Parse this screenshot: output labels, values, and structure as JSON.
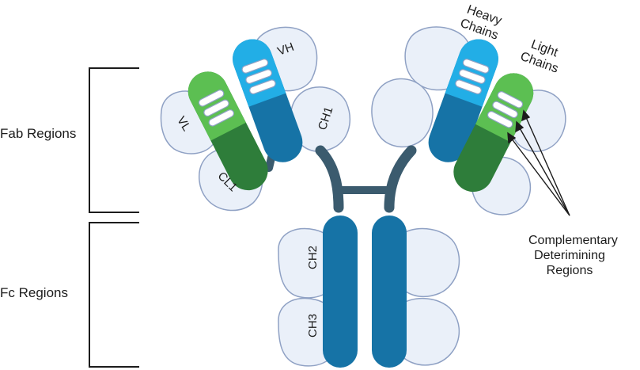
{
  "region_labels": {
    "fab": "Fab Regions",
    "fc": "Fc Regions"
  },
  "domain_labels": {
    "vh": "VH",
    "vl": "VL",
    "ch1": "CH1",
    "cl1": "CL1",
    "ch2": "CH2",
    "ch3": "CH3"
  },
  "callouts": {
    "heavy_chains": [
      "Heavy",
      "Chains"
    ],
    "light_chains": [
      "Light",
      "Chains"
    ],
    "cdr": [
      "Complementary",
      "Deterimining",
      "Regions"
    ]
  },
  "colors": {
    "heavy_constant": "#1673a6",
    "heavy_variable": "#22aee6",
    "light_constant": "#2e7d3a",
    "light_variable": "#5cbf52",
    "domain_fill": "#eaf0f9",
    "domain_stroke": "#8fa1c4",
    "hinge": "#3b5b6e",
    "bracket": "#1c1c1c"
  }
}
